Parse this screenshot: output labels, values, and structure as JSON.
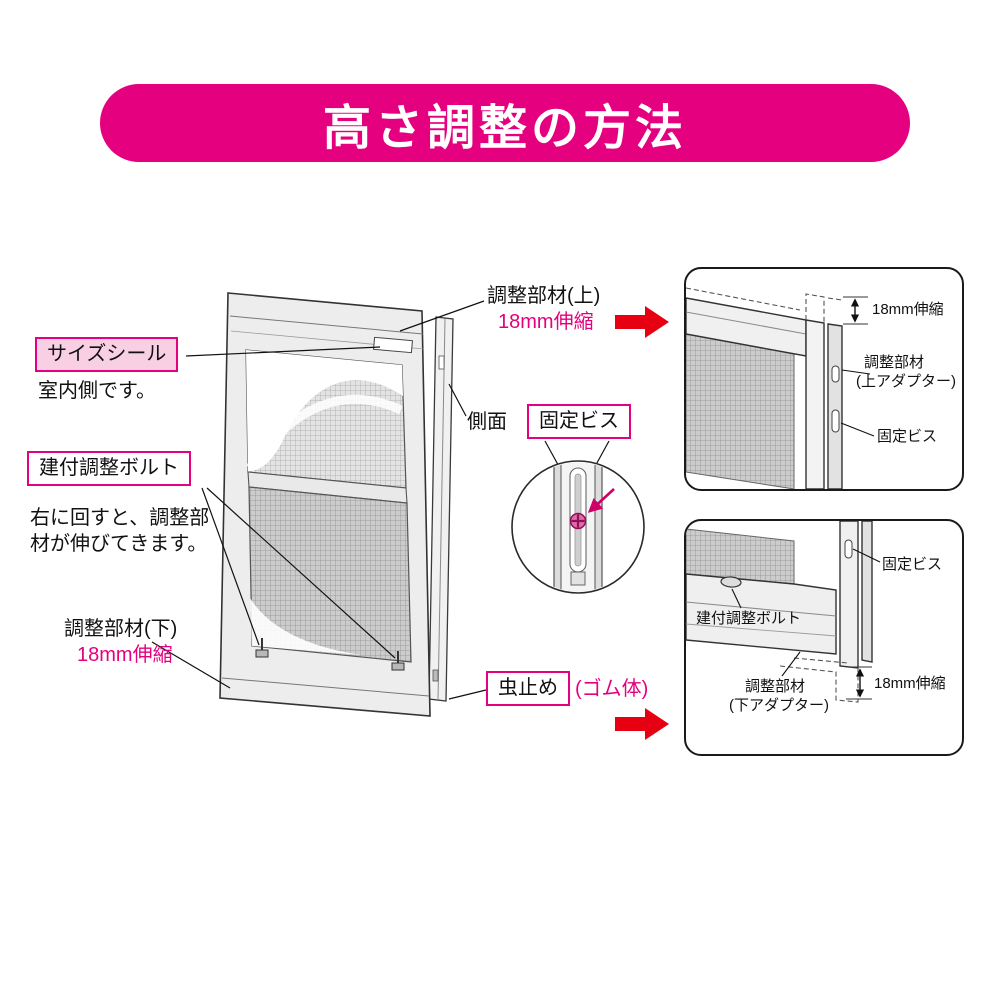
{
  "title": "高さ調整の方法",
  "colors": {
    "banner_magenta": "#E4007F",
    "label_border_magenta": "#E4007F",
    "label_pink_background": "#F9CFE4",
    "accent_text_magenta": "#E4007F",
    "arrow_red": "#E60012",
    "screw_magenta": "#CC0066"
  },
  "icons": {
    "red_arrow_top": "right-block-arrow",
    "red_arrow_bottom": "right-block-arrow",
    "screw_pointer": "magenta-pointer-arrow"
  },
  "main_labels": {
    "size_seal": "サイズシール",
    "indoor_side": "室内側です。",
    "fitting_bolt": "建付調整ボルト",
    "bolt_note_line1": "右に回すと、調整部",
    "bolt_note_line2": "材が伸びてきます。",
    "adjuster_bottom": "調整部材(下)",
    "adjuster_bottom_ext": "18mm伸縮",
    "adjuster_top": "調整部材(上)",
    "adjuster_top_ext": "18mm伸縮",
    "side": "側面",
    "fixing_screw": "固定ビス",
    "bug_stopper": "虫止め",
    "rubber": "(ゴム体)"
  },
  "panel_top": {
    "extension": "18mm伸縮",
    "adjuster_line1": "調整部材",
    "adjuster_line2": "(上アダプター)",
    "fixing_screw": "固定ビス"
  },
  "panel_bottom": {
    "fixing_screw": "固定ビス",
    "fitting_bolt": "建付調整ボルト",
    "adjuster_line1": "調整部材",
    "adjuster_line2": "(下アダプター)",
    "extension": "18mm伸縮"
  }
}
